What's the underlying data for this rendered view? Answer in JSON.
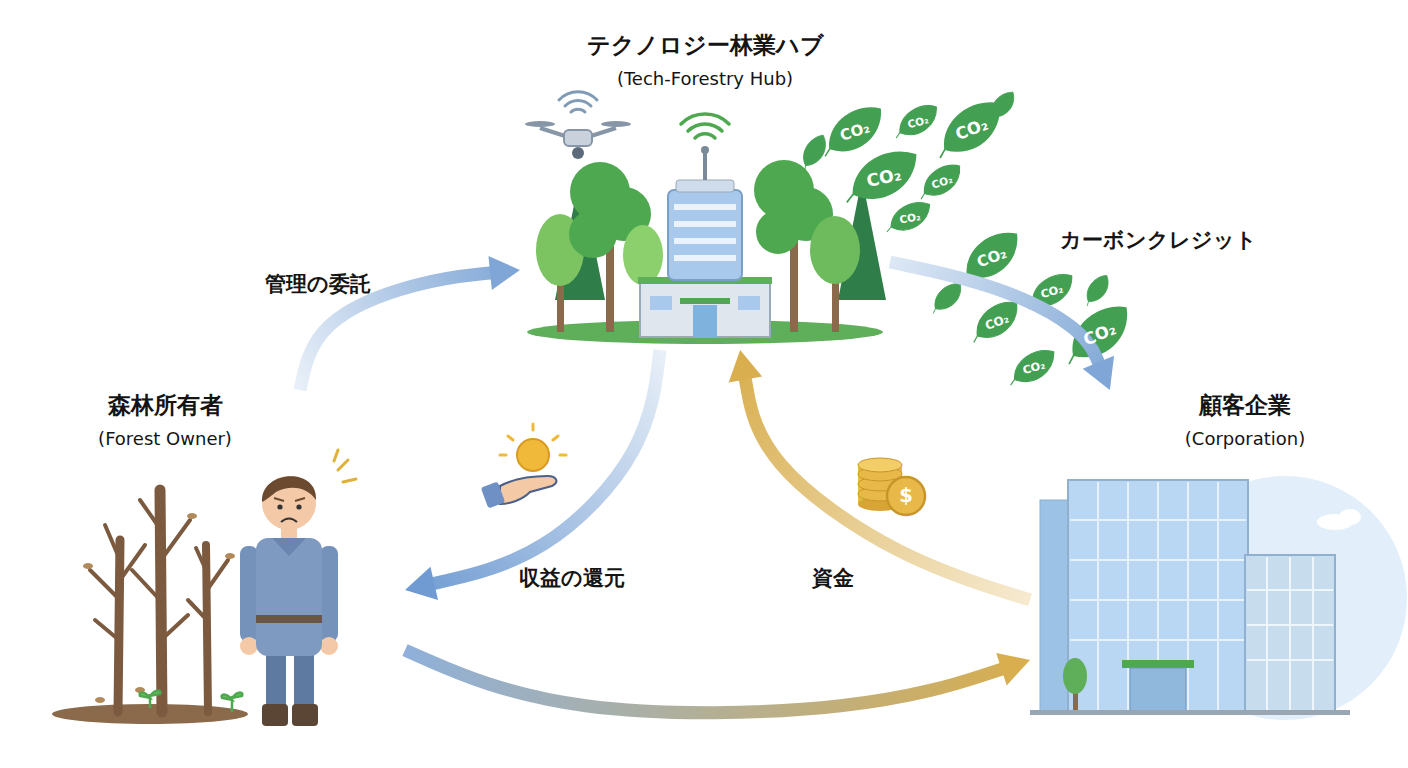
{
  "diagram": {
    "nodes": [
      {
        "text": [
          "テクノロジー林業ハブ",
          "(Tech-Forestry Hub)"
        ]
      },
      {
        "text": [
          "森林所有者",
          "(Forest Owner)"
        ]
      },
      {
        "text": [
          "顧客企業",
          "(Corporation)"
        ]
      }
    ],
    "edges": [
      {
        "from": 1,
        "to": 0,
        "label": "管理の委託",
        "arrow": "to"
      },
      {
        "from": 0,
        "to": 2,
        "label": "カーボンクレジット",
        "arrow": "to"
      },
      {
        "from": 0,
        "to": 1,
        "label": "収益の還元",
        "arrow": "to"
      },
      {
        "from": 2,
        "to": 0,
        "label": "資金",
        "arrow": "to"
      },
      {
        "from": 1,
        "to": 2,
        "arrow": "to"
      }
    ],
    "labels": [
      "CO₂",
      "CO₂",
      "CO₂",
      "CO₂",
      "CO₂",
      "CO₂",
      "CO₂",
      "CO₂",
      "CO₂",
      "CO₂",
      "CO₂",
      "$"
    ]
  }
}
